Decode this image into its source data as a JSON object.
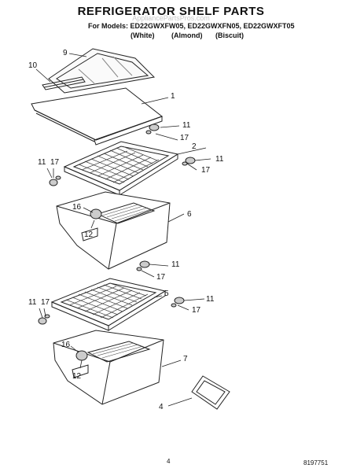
{
  "title": "REFRIGERATOR SHELF PARTS",
  "models_line": "For Models: ED22GWXFW05, ED22GWXFN05, ED22GWXFT05",
  "variants": [
    "(White)",
    "(Almond)",
    "(Biscuit)"
  ],
  "watermark": "AppliancePartsPros.com",
  "callouts": {
    "c9": "9",
    "c10": "10",
    "c1": "1",
    "c11a": "11",
    "c17a": "17",
    "c2": "2",
    "c11b": "11",
    "c17b": "17",
    "c11c": "11",
    "c17c": "17",
    "c16a": "16",
    "c6": "6",
    "c12a": "12",
    "c11d": "11",
    "c17d": "17",
    "c5": "5",
    "c11e": "11",
    "c17e": "17",
    "c11f": "11",
    "c17f": "17",
    "c16b": "16",
    "c7": "7",
    "c12b": "12",
    "c4": "4"
  },
  "page_number": "4",
  "doc_number": "8197751"
}
